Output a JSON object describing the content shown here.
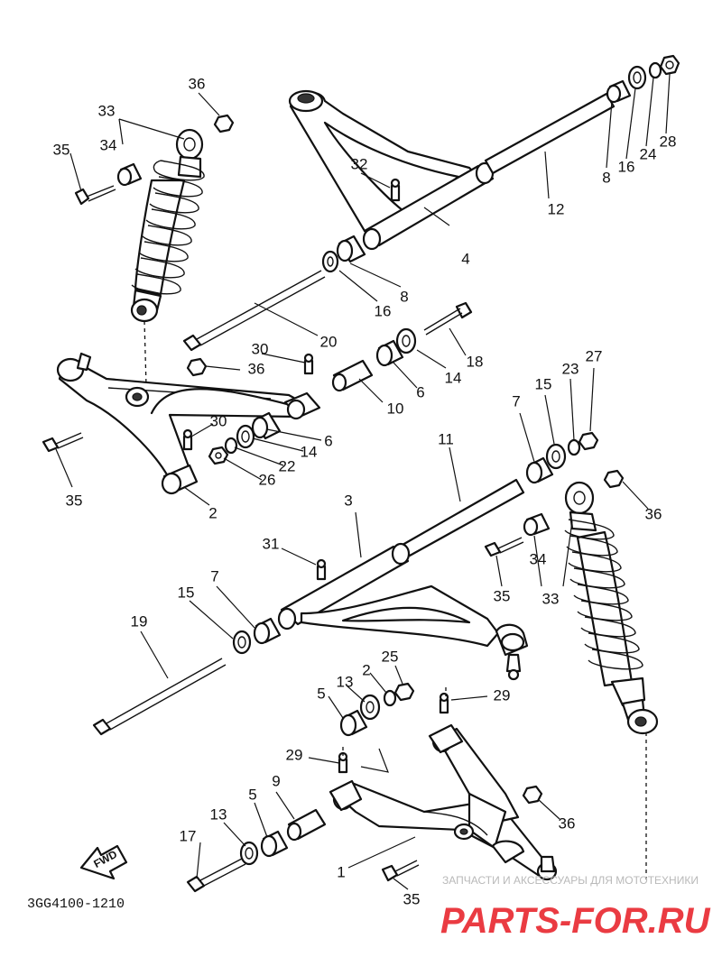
{
  "diagram": {
    "part_code": "3GG4100-1210",
    "fwd_label": "FWD",
    "callouts": [
      {
        "id": "c1",
        "text": "1"
      },
      {
        "id": "c2a",
        "text": "2"
      },
      {
        "id": "c2b",
        "text": "2"
      },
      {
        "id": "c3",
        "text": "3"
      },
      {
        "id": "c4",
        "text": "4"
      },
      {
        "id": "c5a",
        "text": "5"
      },
      {
        "id": "c5b",
        "text": "5"
      },
      {
        "id": "c6a",
        "text": "6"
      },
      {
        "id": "c6b",
        "text": "6"
      },
      {
        "id": "c7a",
        "text": "7"
      },
      {
        "id": "c7b",
        "text": "7"
      },
      {
        "id": "c8a",
        "text": "8"
      },
      {
        "id": "c8b",
        "text": "8"
      },
      {
        "id": "c9",
        "text": "9"
      },
      {
        "id": "c10",
        "text": "10"
      },
      {
        "id": "c11",
        "text": "11"
      },
      {
        "id": "c12",
        "text": "12"
      },
      {
        "id": "c13a",
        "text": "13"
      },
      {
        "id": "c13b",
        "text": "13"
      },
      {
        "id": "c14a",
        "text": "14"
      },
      {
        "id": "c14b",
        "text": "14"
      },
      {
        "id": "c15a",
        "text": "15"
      },
      {
        "id": "c15b",
        "text": "15"
      },
      {
        "id": "c16a",
        "text": "16"
      },
      {
        "id": "c16b",
        "text": "16"
      },
      {
        "id": "c17",
        "text": "17"
      },
      {
        "id": "c18",
        "text": "18"
      },
      {
        "id": "c19",
        "text": "19"
      },
      {
        "id": "c20",
        "text": "20"
      },
      {
        "id": "c22",
        "text": "22"
      },
      {
        "id": "c23",
        "text": "23"
      },
      {
        "id": "c24",
        "text": "24"
      },
      {
        "id": "c25",
        "text": "25"
      },
      {
        "id": "c26",
        "text": "26"
      },
      {
        "id": "c27",
        "text": "27"
      },
      {
        "id": "c28",
        "text": "28"
      },
      {
        "id": "c29a",
        "text": "29"
      },
      {
        "id": "c29b",
        "text": "29"
      },
      {
        "id": "c30a",
        "text": "30"
      },
      {
        "id": "c30b",
        "text": "30"
      },
      {
        "id": "c31",
        "text": "31"
      },
      {
        "id": "c32",
        "text": "32"
      },
      {
        "id": "c33a",
        "text": "33"
      },
      {
        "id": "c33b",
        "text": "33"
      },
      {
        "id": "c34a",
        "text": "34"
      },
      {
        "id": "c34b",
        "text": "34"
      },
      {
        "id": "c35a",
        "text": "35"
      },
      {
        "id": "c35b",
        "text": "35"
      },
      {
        "id": "c35c",
        "text": "35"
      },
      {
        "id": "c35d",
        "text": "35"
      },
      {
        "id": "c36a",
        "text": "36"
      },
      {
        "id": "c36b",
        "text": "36"
      },
      {
        "id": "c36c",
        "text": "36"
      },
      {
        "id": "c36d",
        "text": "36"
      }
    ]
  },
  "watermark": {
    "small_text": "ЗАПЧАСТИ И АКСЕССУАРЫ ДЛЯ МОТОТЕХНИКИ",
    "logo_text": "PARTS-FOR.RU",
    "color": "#e8262e"
  }
}
